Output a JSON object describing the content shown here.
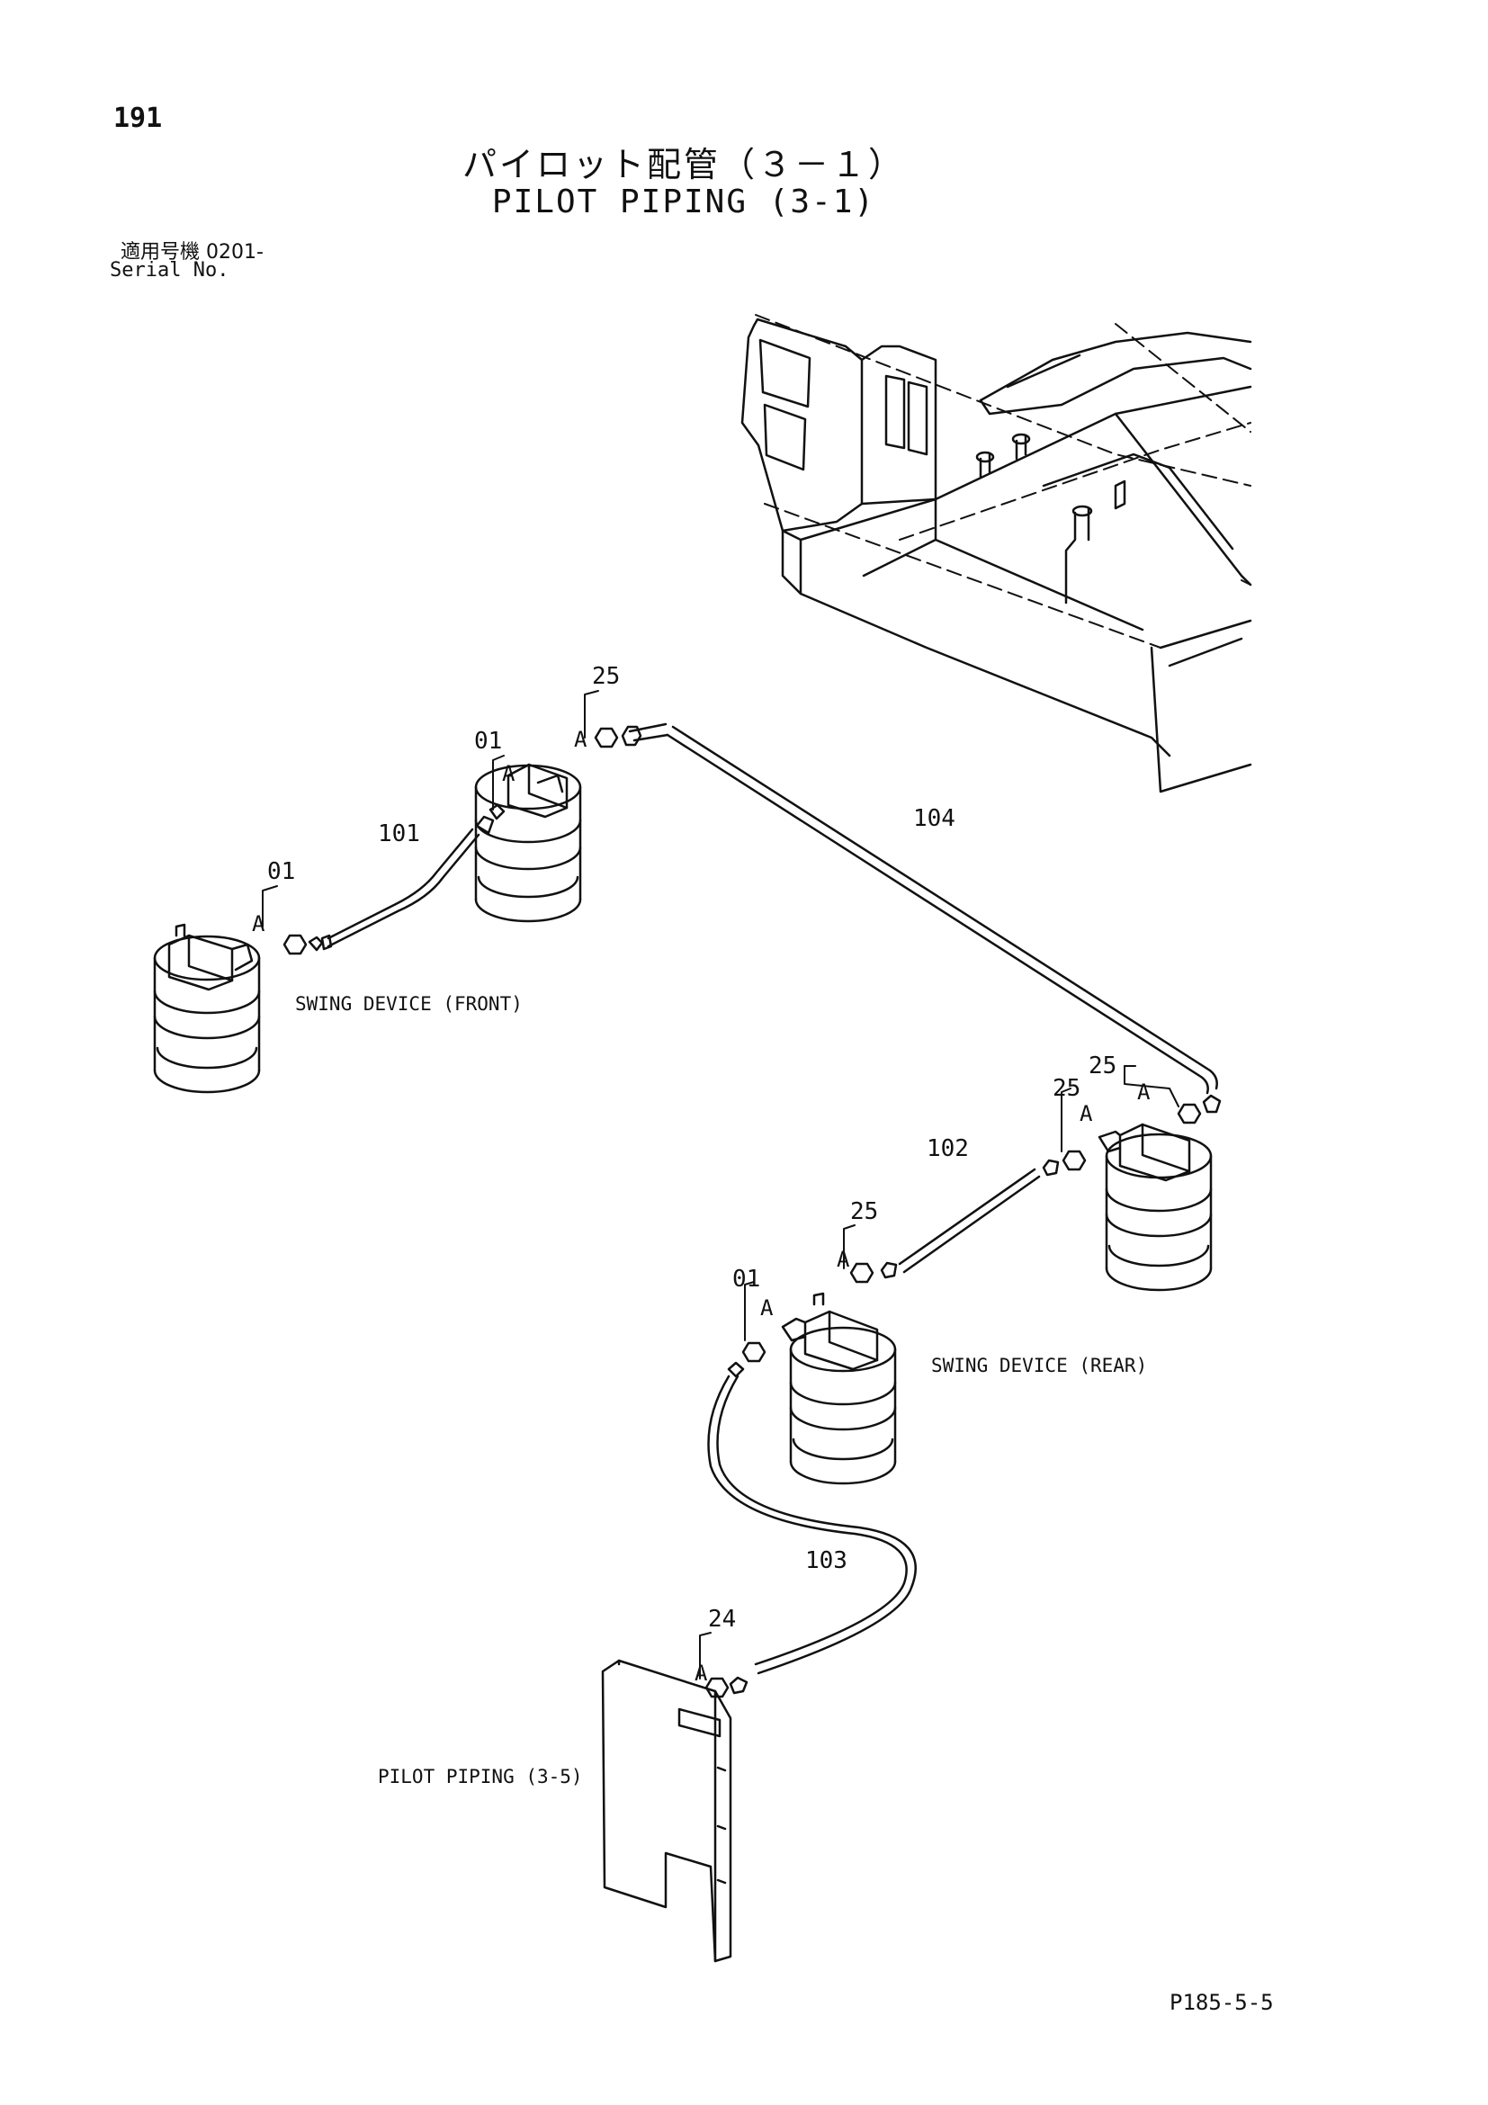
{
  "header": {
    "page_number": "191",
    "title_jp": "パイロット配管（３－１）",
    "title_en": "PILOT PIPING (3-1)",
    "serial_label_jp": "適用号機  0201-",
    "serial_label_en": "Serial No."
  },
  "callouts": {
    "c101": "101",
    "c102": "102",
    "c103": "103",
    "c104": "104",
    "c01a": "01",
    "c01b": "01",
    "c01c": "01",
    "c25a": "25",
    "c25b": "25",
    "c25c": "25",
    "c25d": "25",
    "c24": "24",
    "a_letter": "A"
  },
  "labels": {
    "swing_front": "SWING DEVICE (FRONT)",
    "swing_rear": "SWING DEVICE (REAR)",
    "pilot_piping_ref": "PILOT PIPING (3-5)"
  },
  "footer": {
    "page_code": "P185-5-5"
  }
}
